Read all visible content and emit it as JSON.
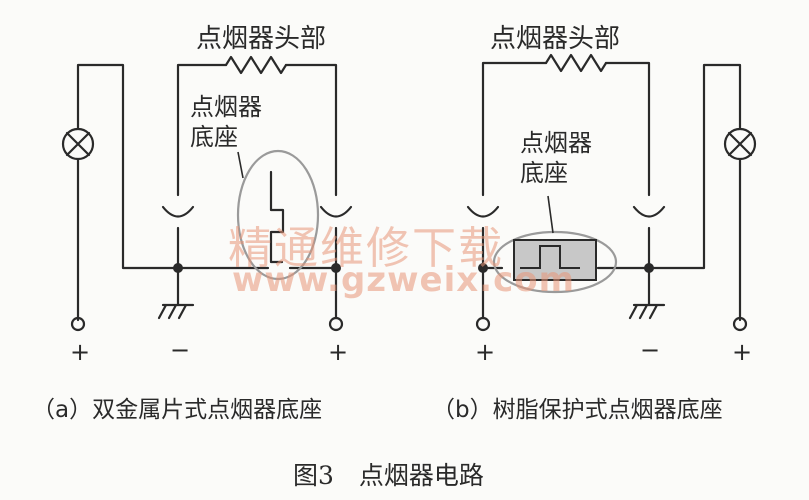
{
  "labels": {
    "a_head": "点烟器头部",
    "a_base_l1": "点烟器",
    "a_base_l2": "底座",
    "b_head": "点烟器头部",
    "b_base_l1": "点烟器",
    "b_base_l2": "底座"
  },
  "signs": {
    "plus": "+",
    "minus": "−"
  },
  "captions": {
    "a": "（a）双金属片式点烟器底座",
    "b": "（b）树脂保护式点烟器底座",
    "figure": "图3　点烟器电路"
  },
  "watermark": {
    "cn": "精通维修下载",
    "url": "www.gzweix.com"
  },
  "colors": {
    "line": "#2a2a2a",
    "ellipse": "#9a9a9a",
    "resin_fill": "#c8c8c8",
    "watermark": "#e89678"
  },
  "icons": [
    "lamp-icon",
    "resistor-icon",
    "ground-icon",
    "socket-icon",
    "terminal-icon",
    "bimetal-strip-icon",
    "resin-block-icon"
  ]
}
